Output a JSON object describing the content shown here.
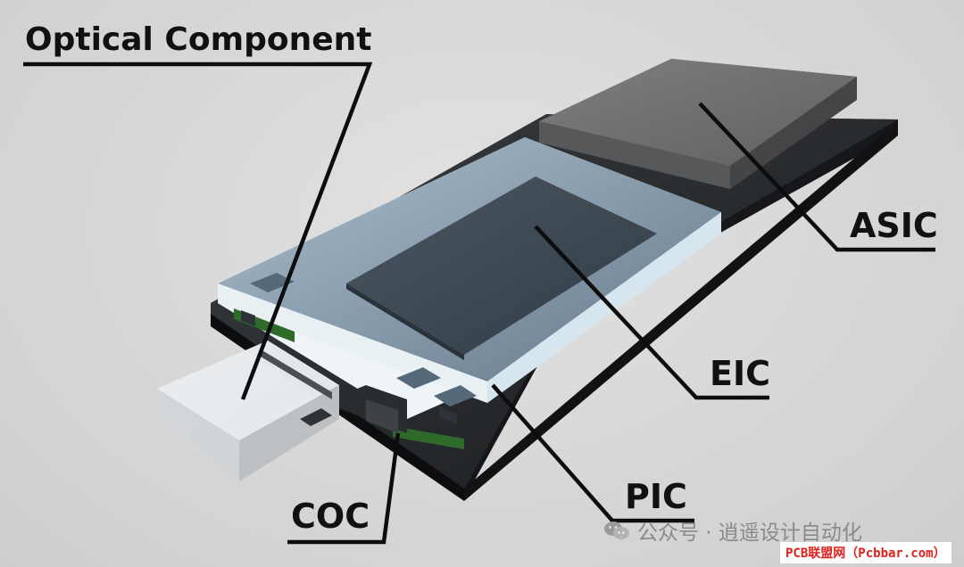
{
  "labels": {
    "optical_component": "Optical Component",
    "asic": "ASIC",
    "eic": "EIC",
    "pic": "PIC",
    "coc": "COC"
  },
  "watermark": {
    "text": "公众号 · 逍遥设计自动化",
    "icon": "wechat-icon"
  },
  "source_badge": "PCB联盟网（Pcbbar.com）",
  "colors": {
    "background": "#d6d6d6",
    "substrate": "#1f2224",
    "asic": "#6e7072",
    "glass": "#8fa3b3",
    "pcb_green": "#2e6b2b",
    "label": "#111111",
    "badge_text": "#e0201b"
  }
}
